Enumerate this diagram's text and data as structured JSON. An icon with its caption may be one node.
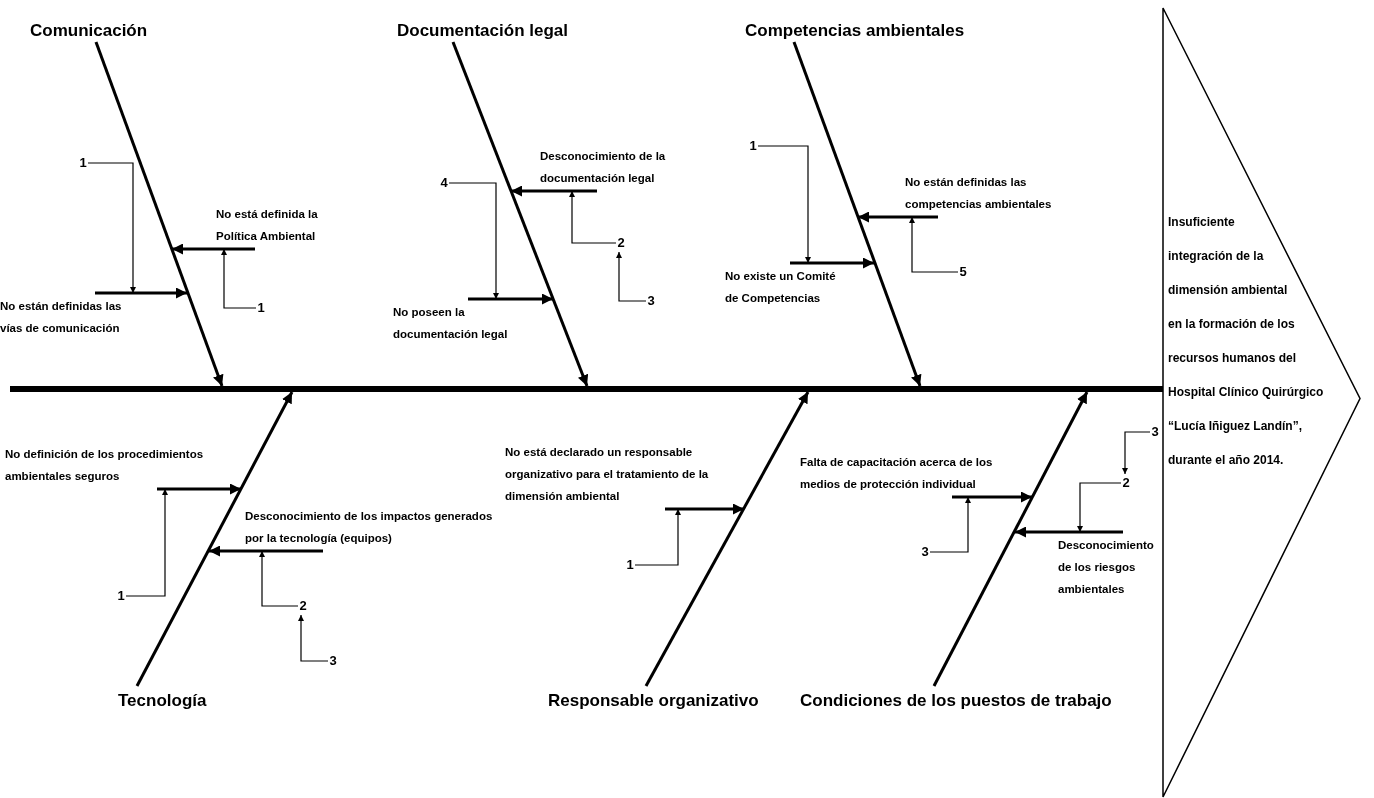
{
  "diagram": {
    "nodes": [
      {
        "text": [],
        "shape": "bar"
      },
      {
        "text": [
          "Insuficiente integración de la dimensión ambiental en la formación de los recursos humanos del Hospital Clínico Quirúrgico “Lucía Iñiguez Landín”, durante el año 2014."
        ]
      },
      {
        "text": [
          "Comunicación"
        ]
      },
      {
        "text": [
          "Documentación legal"
        ]
      },
      {
        "text": [
          "Competencias ambientales"
        ]
      },
      {
        "text": [
          "Tecnología"
        ]
      },
      {
        "text": [
          "Responsable organizativo"
        ]
      },
      {
        "text": [
          "Condiciones de los puestos de trabajo"
        ]
      },
      {
        "text": [
          "No está definida la Política Ambiental"
        ]
      },
      {
        "text": [
          "No están definidas las vías de comunicación"
        ]
      },
      {
        "text": [
          "Desconocimiento de la documentación legal"
        ]
      },
      {
        "text": [
          "No poseen la documentación legal"
        ]
      },
      {
        "text": [
          "No están definidas las competencias ambientales"
        ]
      },
      {
        "text": [
          "No existe un Comité de Competencias"
        ]
      },
      {
        "text": [
          "No definición de los procedimientos ambientales seguros"
        ]
      },
      {
        "text": [
          "Desconocimiento de los impactos generados por la tecnología (equipos)"
        ]
      },
      {
        "text": [
          "No está declarado un responsable organizativo para el tratamiento de la dimensión ambiental"
        ]
      },
      {
        "text": [
          "Falta de capacitación acerca de los medios de protección individual"
        ]
      },
      {
        "text": [
          "Desconocimiento de los riesgos ambientales"
        ]
      },
      {
        "text": [
          "1"
        ]
      },
      {
        "text": [
          "1"
        ]
      },
      {
        "text": [
          "4"
        ]
      },
      {
        "text": [
          "2"
        ]
      },
      {
        "text": [
          "3"
        ]
      },
      {
        "text": [
          "1"
        ]
      },
      {
        "text": [
          "5"
        ]
      },
      {
        "text": [
          "1"
        ]
      },
      {
        "text": [
          "2"
        ]
      },
      {
        "text": [
          "3"
        ]
      },
      {
        "text": [
          "1"
        ]
      },
      {
        "text": [
          "3"
        ]
      },
      {
        "text": [
          "3"
        ]
      },
      {
        "text": [
          "2"
        ]
      }
    ],
    "edges": [
      {
        "from": 2,
        "to": 0,
        "arrow": "to"
      },
      {
        "from": 3,
        "to": 0,
        "arrow": "to"
      },
      {
        "from": 4,
        "to": 0,
        "arrow": "to"
      },
      {
        "from": 5,
        "to": 0,
        "arrow": "to"
      },
      {
        "from": 6,
        "to": 0,
        "arrow": "to"
      },
      {
        "from": 7,
        "to": 0,
        "arrow": "to"
      },
      {
        "from": 8,
        "to": null,
        "arrow": "to"
      },
      {
        "from": 9,
        "to": null,
        "arrow": "to"
      },
      {
        "from": 10,
        "to": null,
        "arrow": "to"
      },
      {
        "from": 11,
        "to": null,
        "arrow": "to"
      },
      {
        "from": 12,
        "to": null,
        "arrow": "to"
      },
      {
        "from": 13,
        "to": null,
        "arrow": "to"
      },
      {
        "from": 14,
        "to": null,
        "arrow": "to"
      },
      {
        "from": 15,
        "to": null,
        "arrow": "to"
      },
      {
        "from": 16,
        "to": null,
        "arrow": "to"
      },
      {
        "from": 17,
        "to": null,
        "arrow": "to"
      },
      {
        "from": 18,
        "to": null,
        "arrow": "to"
      },
      {
        "from": 19,
        "to": 9,
        "arrow": "to"
      },
      {
        "from": 20,
        "to": 8,
        "arrow": "to"
      },
      {
        "from": 21,
        "to": 11,
        "arrow": "to"
      },
      {
        "from": 22,
        "to": 10,
        "arrow": "to"
      },
      {
        "from": 23,
        "to": 22,
        "arrow": "to"
      },
      {
        "from": 24,
        "to": 13,
        "arrow": "to"
      },
      {
        "from": 25,
        "to": 12,
        "arrow": "to"
      },
      {
        "from": 26,
        "to": 14,
        "arrow": "to"
      },
      {
        "from": 27,
        "to": 15,
        "arrow": "to"
      },
      {
        "from": 28,
        "to": 27,
        "arrow": "to"
      },
      {
        "from": 29,
        "to": 16,
        "arrow": "to"
      },
      {
        "from": 30,
        "to": 17,
        "arrow": "to"
      },
      {
        "from": 31,
        "to": 32,
        "arrow": "to"
      },
      {
        "from": 32,
        "to": 18,
        "arrow": "to"
      }
    ]
  }
}
